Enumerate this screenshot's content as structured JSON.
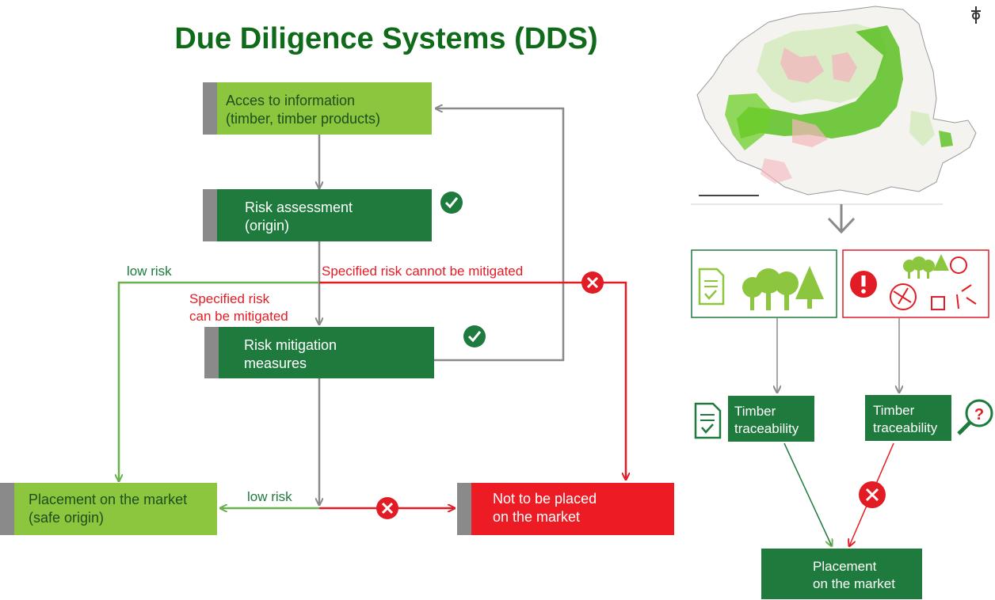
{
  "title": "Due Diligence Systems (DDS)",
  "colors": {
    "light_green": "#8cc63f",
    "dark_green": "#1f7a3e",
    "red": "#ed1c24",
    "grey": "#8a8a8a",
    "title_green": "#0f6a19",
    "label_red": "#e21c24"
  },
  "flow": {
    "access": "Acces to information\n(timber, timber products)",
    "risk_assessment": "Risk assessment\n(origin)",
    "mitigation": "Risk mitigation\nmeasures",
    "placement_safe": "Placement on the market\n(safe origin)",
    "not_placed": "Not to be placed\non the market"
  },
  "labels": {
    "low_risk_left": "low risk",
    "cannot_mitigate": "Specified risk cannot be mitigated",
    "can_mitigate": "Specified risk\ncan be mitigated",
    "low_risk_bottom": "low risk"
  },
  "icons": {
    "check": "check-circle-icon",
    "cross": "x-circle-icon",
    "document": "document-check-icon",
    "trees": "trees-icon",
    "warning": "exclamation-circle-icon",
    "magnifier": "magnifier-question-icon",
    "map": "romania-forest-map"
  },
  "right_panel": {
    "traceability_left": "Timber\ntraceability",
    "traceability_right": "Timber\ntraceability",
    "placement": "Placement\non the market"
  }
}
